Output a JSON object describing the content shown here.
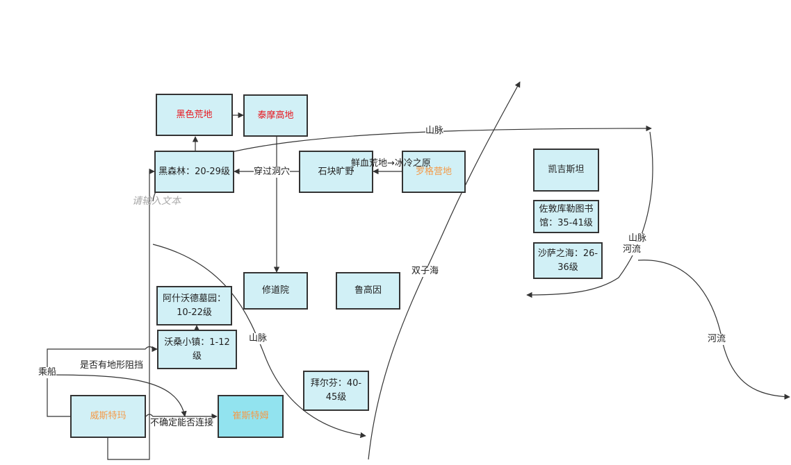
{
  "nodes": {
    "black_wastes": "黑色荒地",
    "tarmor_highlands": "泰摩高地",
    "black_forest": "黑森林：20-29级",
    "stone_plains": "石块旷野",
    "rogue_camp": "罗格营地",
    "monastery": "修道院",
    "lut_gholein": "鲁高因",
    "ashford_cemetery": "阿什沃德墓园：10-22级",
    "worseng_town": "沃桑小镇：1-12级",
    "baierfen": "拜尔芬：40-45级",
    "westmar": "威斯特玛",
    "cuistem": "崔斯特姆",
    "kejistan": "凯吉斯坦",
    "zodunkule_library": "佐敦库勒图书馆：35-41级",
    "sea_of_sand": "沙萨之海：26-36级"
  },
  "labels": {
    "mountain_top": "山脉",
    "through_cave": "穿过洞穴",
    "blood_marsh": "鲜血荒地→冰冷之原",
    "input_placeholder": "请输入文本",
    "twin_sea": "双子海",
    "mountain_right": "山脉",
    "river_right": "河流",
    "river_far": "河流",
    "mountain_mid": "山脉",
    "take_ship": "乘船",
    "terrain_block": "是否有地形阻挡",
    "uncertain_connect": "不确定能否连接"
  },
  "colors": {
    "node_fill": "#d1f0f6",
    "node_fill_dark": "#92e3ef",
    "red_text": "#e8141c",
    "orange_text": "#f49a48",
    "line": "#333333"
  }
}
